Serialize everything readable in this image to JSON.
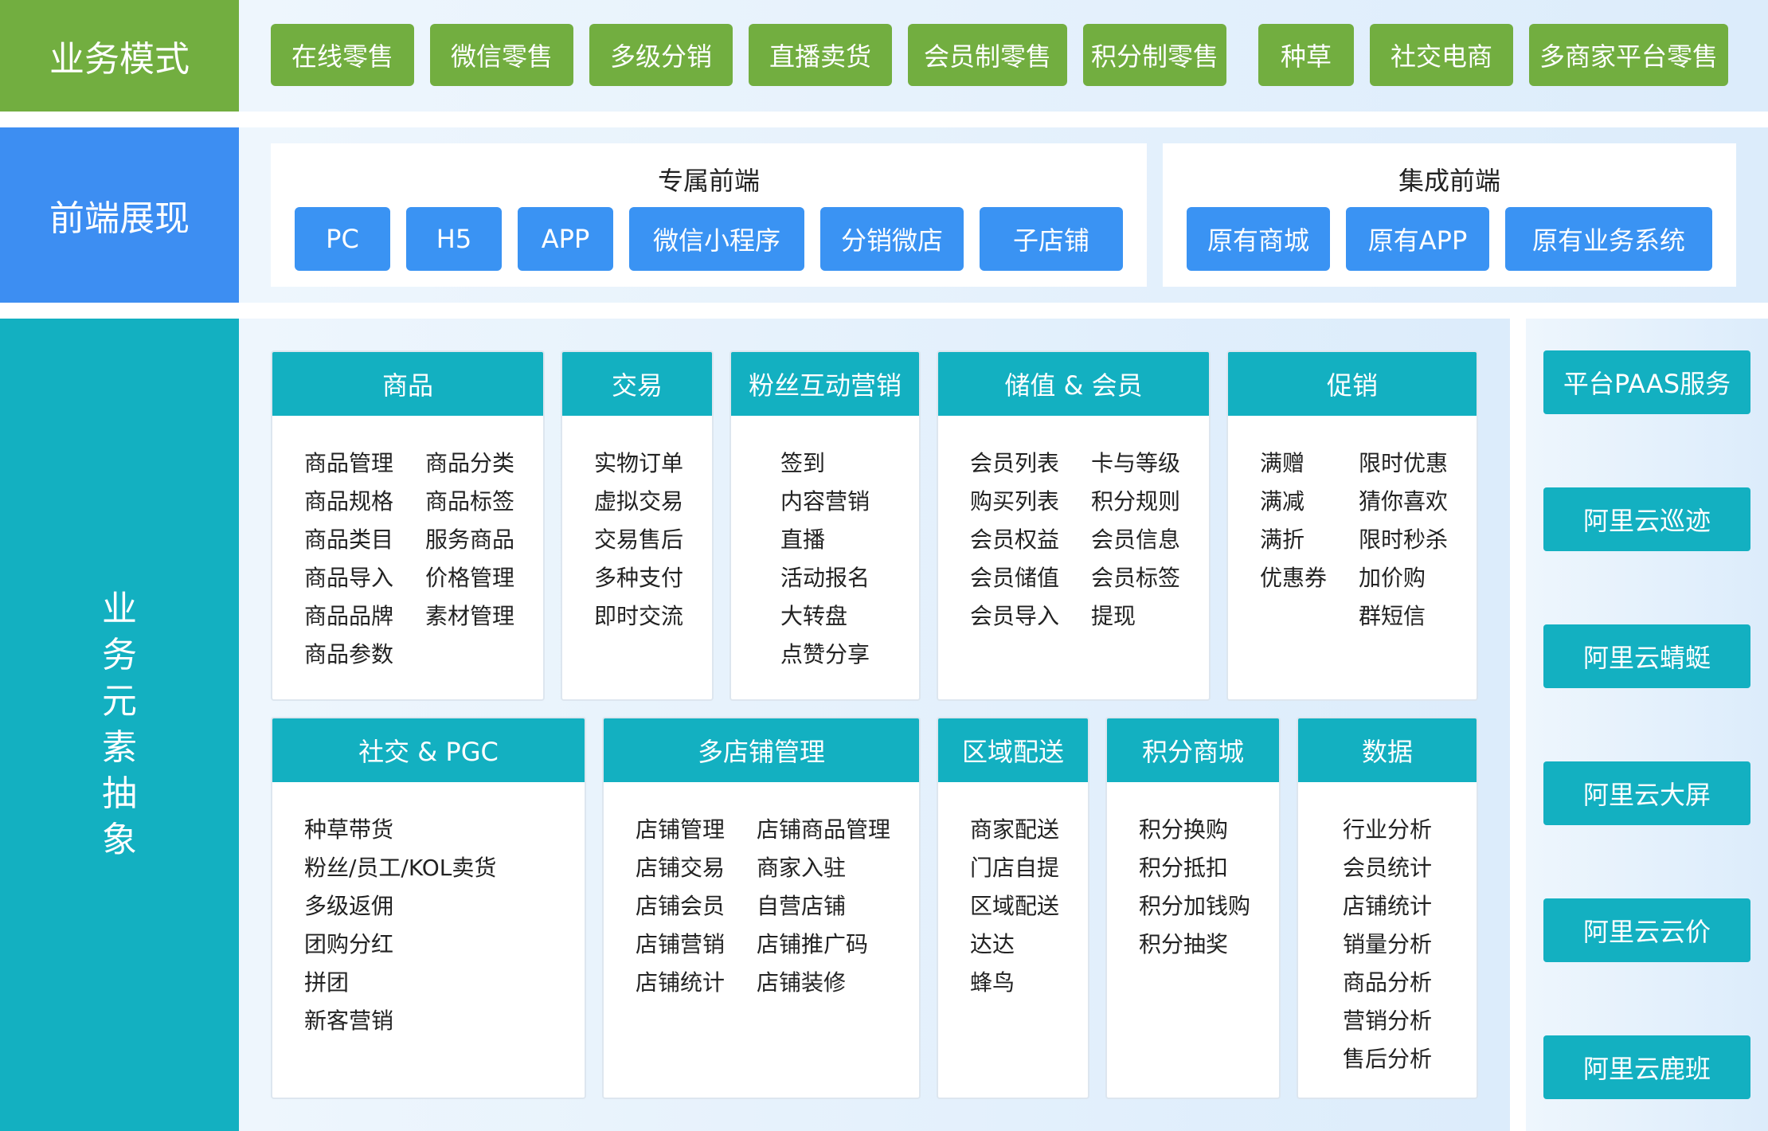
{
  "rows": {
    "business_mode": "业务模式",
    "frontend": "前端展现",
    "elements": [
      "业",
      "务",
      "元",
      "素",
      "抽",
      "象"
    ]
  },
  "modes": [
    "在线零售",
    "微信零售",
    "多级分销",
    "直播卖货",
    "会员制零售",
    "积分制零售",
    "种草",
    "社交电商",
    "多商家平台零售"
  ],
  "frontend": {
    "exclusive": {
      "title": "专属前端",
      "items": [
        "PC",
        "H5",
        "APP",
        "微信小程序",
        "分销微店",
        "子店铺"
      ]
    },
    "integrated": {
      "title": "集成前端",
      "items": [
        "原有商城",
        "原有APP",
        "原有业务系统"
      ]
    }
  },
  "modules": [
    {
      "title": "商品",
      "col1": [
        "商品管理",
        "商品规格",
        "商品类目",
        "商品导入",
        "商品品牌",
        "商品参数"
      ],
      "col2": [
        "商品分类",
        "商品标签",
        "服务商品",
        "价格管理",
        "素材管理"
      ]
    },
    {
      "title": "交易",
      "col1": [
        "实物订单",
        "虚拟交易",
        "交易售后",
        "多种支付",
        "即时交流"
      ],
      "col2": []
    },
    {
      "title": "粉丝互动营销",
      "col1": [
        "签到",
        "内容营销",
        "直播",
        "活动报名",
        "大转盘",
        "点赞分享"
      ],
      "col2": []
    },
    {
      "title": "储值 & 会员",
      "col1": [
        "会员列表",
        "购买列表",
        "会员权益",
        "会员储值",
        "会员导入"
      ],
      "col2": [
        "卡与等级",
        "积分规则",
        "会员信息",
        "会员标签",
        "提现"
      ]
    },
    {
      "title": "促销",
      "col1": [
        "满赠",
        "满减",
        "满折",
        "优惠券"
      ],
      "col2": [
        "限时优惠",
        "猜你喜欢",
        "限时秒杀",
        "加价购",
        "群短信"
      ]
    },
    {
      "title": "社交 & PGC",
      "col1": [
        "种草带货",
        "粉丝/员工/KOL卖货",
        "多级返佣",
        "团购分红",
        "拼团",
        "新客营销"
      ],
      "col2": []
    },
    {
      "title": "多店铺管理",
      "col1": [
        "店铺管理",
        "店铺交易",
        "店铺会员",
        "店铺营销",
        "店铺统计"
      ],
      "col2": [
        "店铺商品管理",
        "商家入驻",
        "自营店铺",
        "店铺推广码",
        "店铺装修"
      ]
    },
    {
      "title": "区域配送",
      "col1": [
        "商家配送",
        "门店自提",
        "区域配送",
        "达达",
        "蜂鸟"
      ],
      "col2": []
    },
    {
      "title": "积分商城",
      "col1": [
        "积分换购",
        "积分抵扣",
        "积分加钱购",
        "积分抽奖"
      ],
      "col2": []
    },
    {
      "title": "数据",
      "col1": [
        "行业分析",
        "会员统计",
        "店铺统计",
        "销量分析",
        "商品分析",
        "营销分析",
        "售后分析"
      ],
      "col2": []
    }
  ],
  "paas": [
    "平台PAAS服务",
    "阿里云巡迹",
    "阿里云蜻蜓",
    "阿里云大屏",
    "阿里云云价",
    "阿里云鹿班"
  ],
  "colors": {
    "green": "#72ae40",
    "blue": "#3d8ef2",
    "teal": "#13b0c1"
  }
}
